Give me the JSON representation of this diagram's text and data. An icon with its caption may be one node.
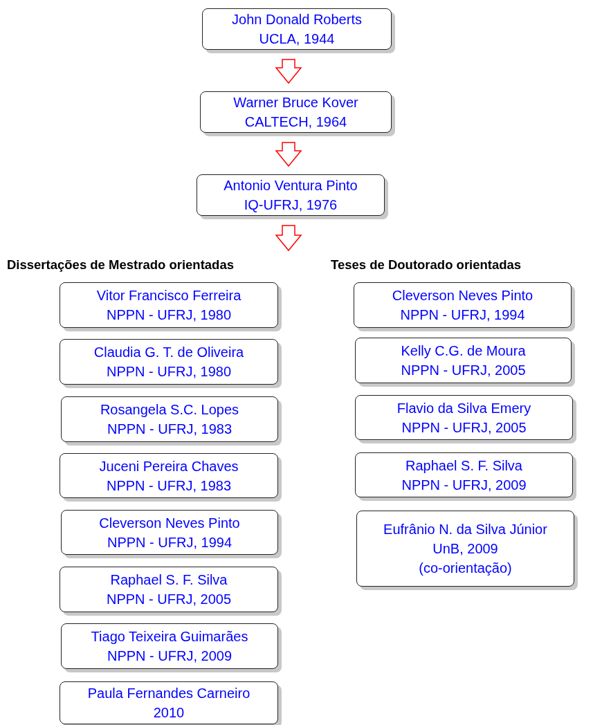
{
  "diagram": {
    "nodes": [
      {
        "text": [
          "John Donald Roberts",
          "UCLA, 1944"
        ]
      },
      {
        "text": [
          "Warner Bruce Kover",
          "CALTECH, 1964"
        ]
      },
      {
        "text": [
          "Antonio Ventura Pinto",
          "IQ-UFRJ, 1976"
        ]
      },
      {
        "text": [
          "Vitor Francisco Ferreira",
          "NPPN - UFRJ, 1980"
        ]
      },
      {
        "text": [
          "Claudia G. T. de Oliveira",
          "NPPN - UFRJ, 1980"
        ]
      },
      {
        "text": [
          "Rosangela S.C. Lopes",
          "NPPN - UFRJ, 1983"
        ]
      },
      {
        "text": [
          "Juceni Pereira Chaves",
          "NPPN - UFRJ, 1983"
        ]
      },
      {
        "text": [
          "Cleverson Neves Pinto",
          "NPPN - UFRJ, 1994"
        ]
      },
      {
        "text": [
          "Raphael S. F. Silva",
          "NPPN - UFRJ, 2005"
        ]
      },
      {
        "text": [
          "Tiago Teixeira Guimarães",
          "NPPN - UFRJ, 2009"
        ]
      },
      {
        "text": [
          "Paula Fernandes Carneiro",
          "2010"
        ]
      },
      {
        "text": [
          "Cleverson Neves Pinto",
          "NPPN - UFRJ, 1994"
        ]
      },
      {
        "text": [
          "Kelly C.G. de Moura",
          "NPPN - UFRJ, 2005"
        ]
      },
      {
        "text": [
          "Flavio da Silva Emery",
          "NPPN - UFRJ, 2005"
        ]
      },
      {
        "text": [
          "Raphael S. F. Silva",
          "NPPN - UFRJ, 2009"
        ]
      },
      {
        "text": [
          "Eufrânio N. da Silva Júnior",
          "UnB, 2009",
          "(co-orientação)"
        ]
      }
    ],
    "edges": [
      {
        "from": 0,
        "to": 1,
        "arrow": "to",
        "color": "#ff0000"
      },
      {
        "from": 1,
        "to": 2,
        "arrow": "to",
        "color": "#ff0000"
      },
      {
        "from": 2,
        "to": null,
        "arrow": "to",
        "color": "#ff0000"
      }
    ],
    "labels": [
      "Dissertações de Mestrado orientadas",
      "Teses de Doutorado orientadas"
    ]
  }
}
